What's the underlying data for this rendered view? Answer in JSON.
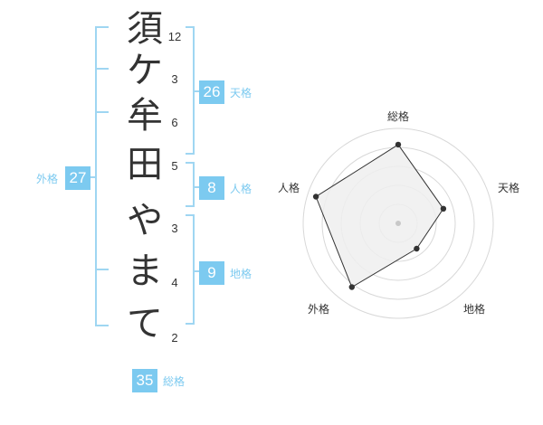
{
  "name": {
    "characters": [
      "須",
      "ケ",
      "牟",
      "田",
      "や",
      "ま",
      "て"
    ],
    "strokes": [
      "12",
      "3",
      "6",
      "5",
      "3",
      "4",
      "2"
    ]
  },
  "kakusu": {
    "tenkaku": {
      "value": "26",
      "label": "天格"
    },
    "jinkaku": {
      "value": "8",
      "label": "人格"
    },
    "chikaku": {
      "value": "9",
      "label": "地格"
    },
    "gaikaku": {
      "value": "27",
      "label": "外格"
    },
    "soukaku": {
      "value": "35",
      "label": "総格"
    }
  },
  "radar": {
    "axes": [
      "総格",
      "天格",
      "地格",
      "外格",
      "人格"
    ],
    "values": [
      0.83,
      0.5,
      0.33,
      0.83,
      0.91
    ],
    "max": 1
  },
  "colors": {
    "accent": "#7ccaf0",
    "bracket": "#9fd6f2",
    "text": "#333333",
    "grid": "#d8d8d8",
    "fill": "#efefef",
    "point": "#333333",
    "center": "#c8c8c8"
  }
}
